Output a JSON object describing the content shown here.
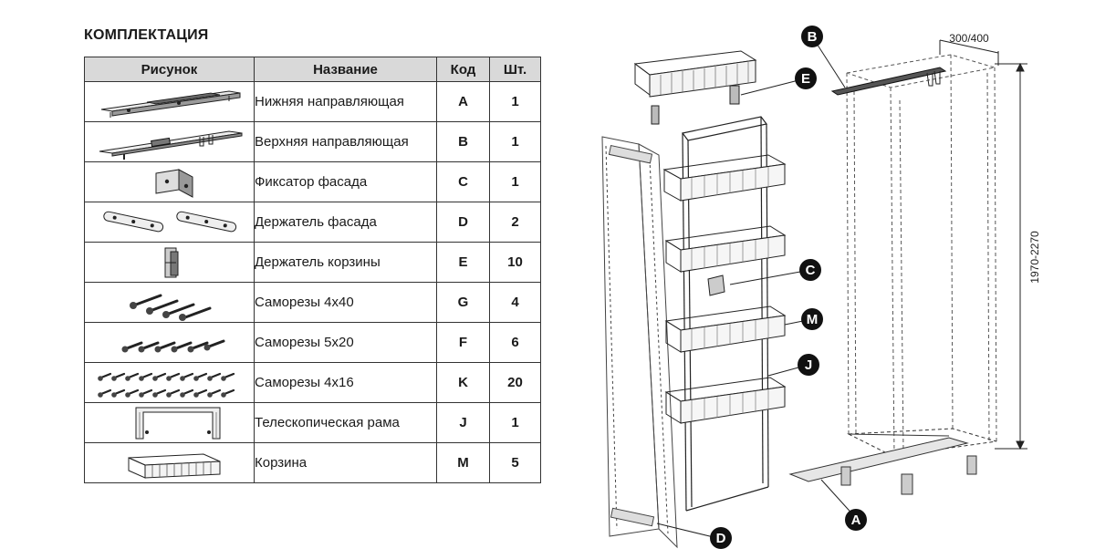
{
  "title": "КОМПЛЕКТАЦИЯ",
  "table": {
    "headers": {
      "picture": "Рисунок",
      "name": "Название",
      "code": "Код",
      "qty": "Шт."
    },
    "rows": [
      {
        "name": "Нижняя направляющая",
        "code": "A",
        "qty": "1"
      },
      {
        "name": "Верхняя направляющая",
        "code": "B",
        "qty": "1"
      },
      {
        "name": "Фиксатор фасада",
        "code": "C",
        "qty": "1"
      },
      {
        "name": "Держатель фасада",
        "code": "D",
        "qty": "2"
      },
      {
        "name": "Держатель корзины",
        "code": "E",
        "qty": "10"
      },
      {
        "name": "Саморезы 4х40",
        "code": "G",
        "qty": "4"
      },
      {
        "name": "Саморезы 5х20",
        "code": "F",
        "qty": "6"
      },
      {
        "name": "Саморезы 4х16",
        "code": "K",
        "qty": "20"
      },
      {
        "name": "Телескопическая рама",
        "code": "J",
        "qty": "1"
      },
      {
        "name": "Корзина",
        "code": "M",
        "qty": "5"
      }
    ]
  },
  "diagram": {
    "callouts": [
      "B",
      "E",
      "C",
      "M",
      "J",
      "D",
      "A"
    ],
    "dim_width": "300/400",
    "dim_height": "1970-2270"
  }
}
